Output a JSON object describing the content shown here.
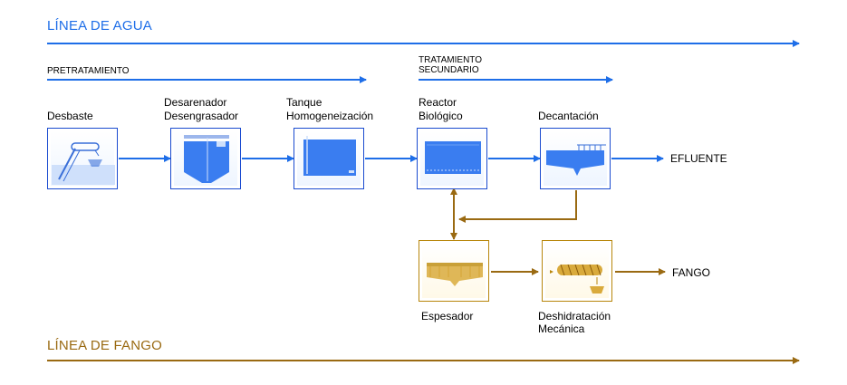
{
  "colors": {
    "water": "#1e6ee8",
    "sludge": "#9a6a12",
    "water_header": "#1e6ee8",
    "sludge_header": "#9a6a12"
  },
  "headers": {
    "water_line": "LÍNEA DE AGUA",
    "sludge_line": "LÍNEA DE FANGO",
    "pretreatment": "PRETRATAMIENTO",
    "secondary_1": "TRATAMIENTO",
    "secondary_2": "SECUNDARIO"
  },
  "units": {
    "desbaste": {
      "label": "Desbaste",
      "icon": "bar-screen-icon"
    },
    "desarenador": {
      "label_1": "Desarenador",
      "label_2": "Desengrasador",
      "icon": "grit-tank-icon"
    },
    "tanque": {
      "label_1": "Tanque",
      "label_2": "Homogeneización",
      "icon": "homogenization-tank-icon"
    },
    "reactor": {
      "label_1": "Reactor",
      "label_2": "Biológico",
      "icon": "biological-reactor-icon"
    },
    "decantacion": {
      "label": "Decantación",
      "icon": "clarifier-icon"
    },
    "espesador": {
      "label": "Espesador",
      "icon": "thickener-icon"
    },
    "deshidratacion": {
      "label_1": "Deshidratación",
      "label_2": "Mecánica",
      "icon": "screw-press-icon"
    }
  },
  "outputs": {
    "effluent": "EFLUENTE",
    "sludge": "FANGO"
  }
}
